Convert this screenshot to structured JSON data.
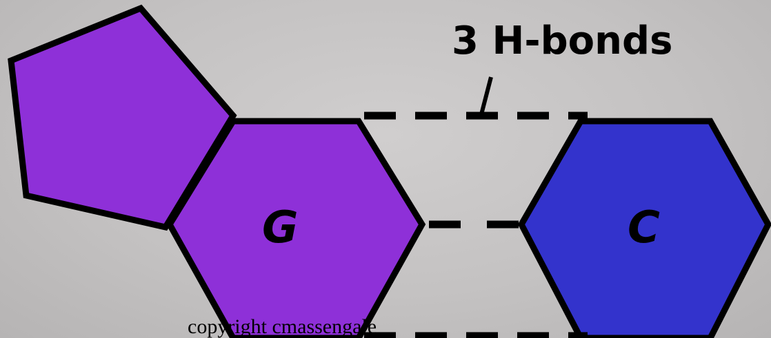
{
  "labels": {
    "bonds_label": "3 H-bonds",
    "guanine_letter": "G",
    "cytosine_letter": "C",
    "copyright": "copyright cmassengale"
  },
  "colors": {
    "guanine_fill": "#8e30d8",
    "cytosine_fill": "#3333cc",
    "background": "#c4c2c2",
    "outline": "#000000"
  }
}
